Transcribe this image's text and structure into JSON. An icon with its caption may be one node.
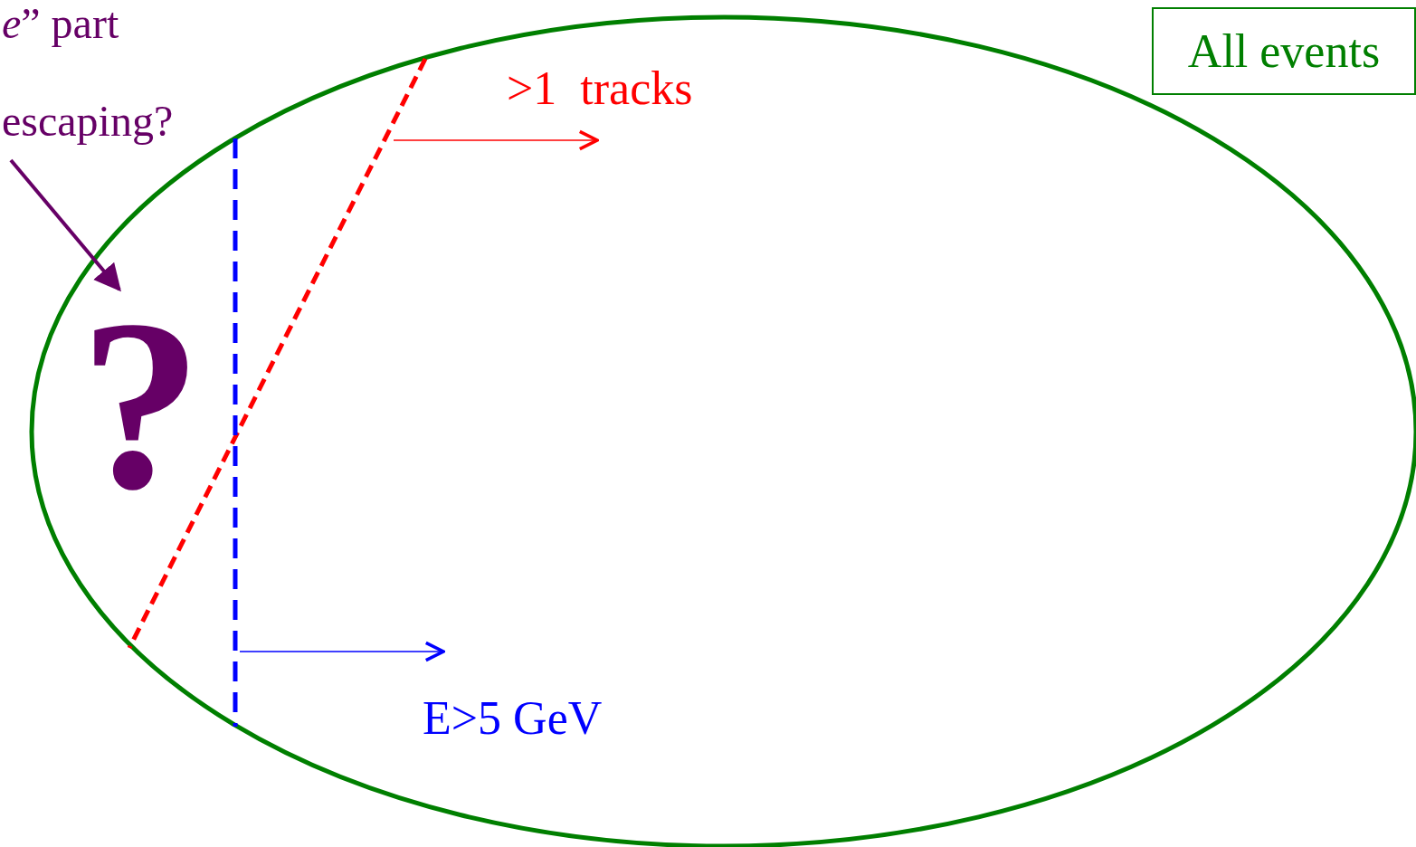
{
  "diagram": {
    "nodes": [
      {
        "text": [
          "All events"
        ]
      },
      {
        "text": [
          "*e*” part",
          "escaping?"
        ]
      },
      {
        "text": [
          "?"
        ]
      }
    ],
    "edges": [
      {
        "from": 1,
        "to": 2,
        "arrow": "to"
      }
    ],
    "labels": [
      ">1  tracks",
      "E>5 GeV"
    ]
  }
}
